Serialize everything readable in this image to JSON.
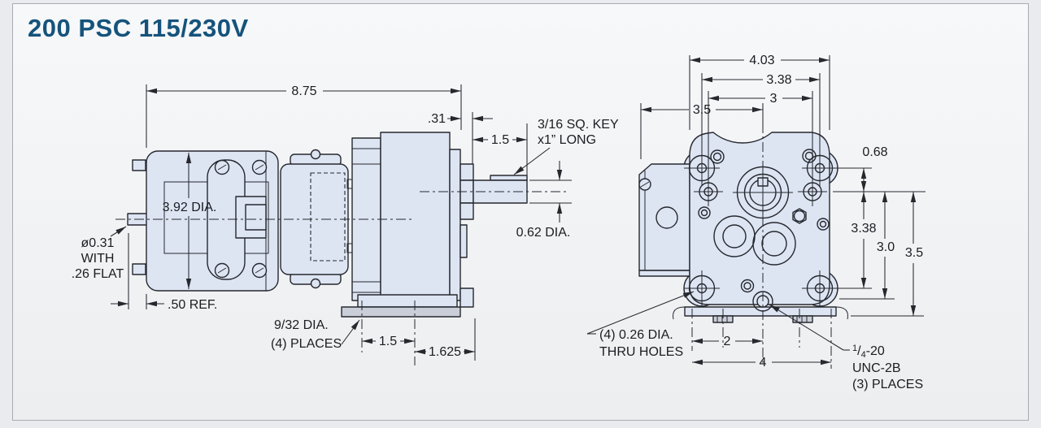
{
  "title": "200 PSC 115/230V",
  "colors": {
    "accent": "#15537b",
    "part_fill": "#dde5f3",
    "line": "#26282e",
    "base_fill": "#c9ced8",
    "card_bg_top": "#f7f8fa",
    "card_bg_bottom": "#eceef0"
  },
  "side_view": {
    "dims": {
      "overall_length": "8.75",
      "hub_projection": ".31",
      "shaft_length": "1.5",
      "shaft_dia": "0.62 DIA.",
      "motor_dia": "3.92 DIA.",
      "rear_ref": ".50 REF.",
      "base_hole_spacing": "1.5",
      "base_to_face": "1.625"
    },
    "notes": {
      "key": [
        "3/16 SQ. KEY",
        "x1” LONG"
      ],
      "rear_shaft": [
        "ø0.31",
        "WITH",
        ".26 FLAT"
      ],
      "base_holes": [
        "9/32 DIA.",
        "(4) PLACES"
      ]
    }
  },
  "front_view": {
    "dims": {
      "width": "4.03",
      "hole_span_h": "3.38",
      "inner_span_h": "3",
      "face_to_center": "3.5",
      "hole_offset_v": "0.68",
      "hole_span_v": "3.38",
      "center_to_base": "3.0",
      "center_to_mount": "3.5",
      "slot_to_center": "2",
      "slot_span": "4"
    },
    "notes": {
      "thru_holes": [
        "(4) 0.26 DIA.",
        "THRU HOLES"
      ],
      "tap": {
        "sup": "1",
        "slash": "/",
        "sub": "4",
        "rest": "-20",
        "line2": "UNC-2B",
        "line3": "(3) PLACES"
      }
    }
  }
}
